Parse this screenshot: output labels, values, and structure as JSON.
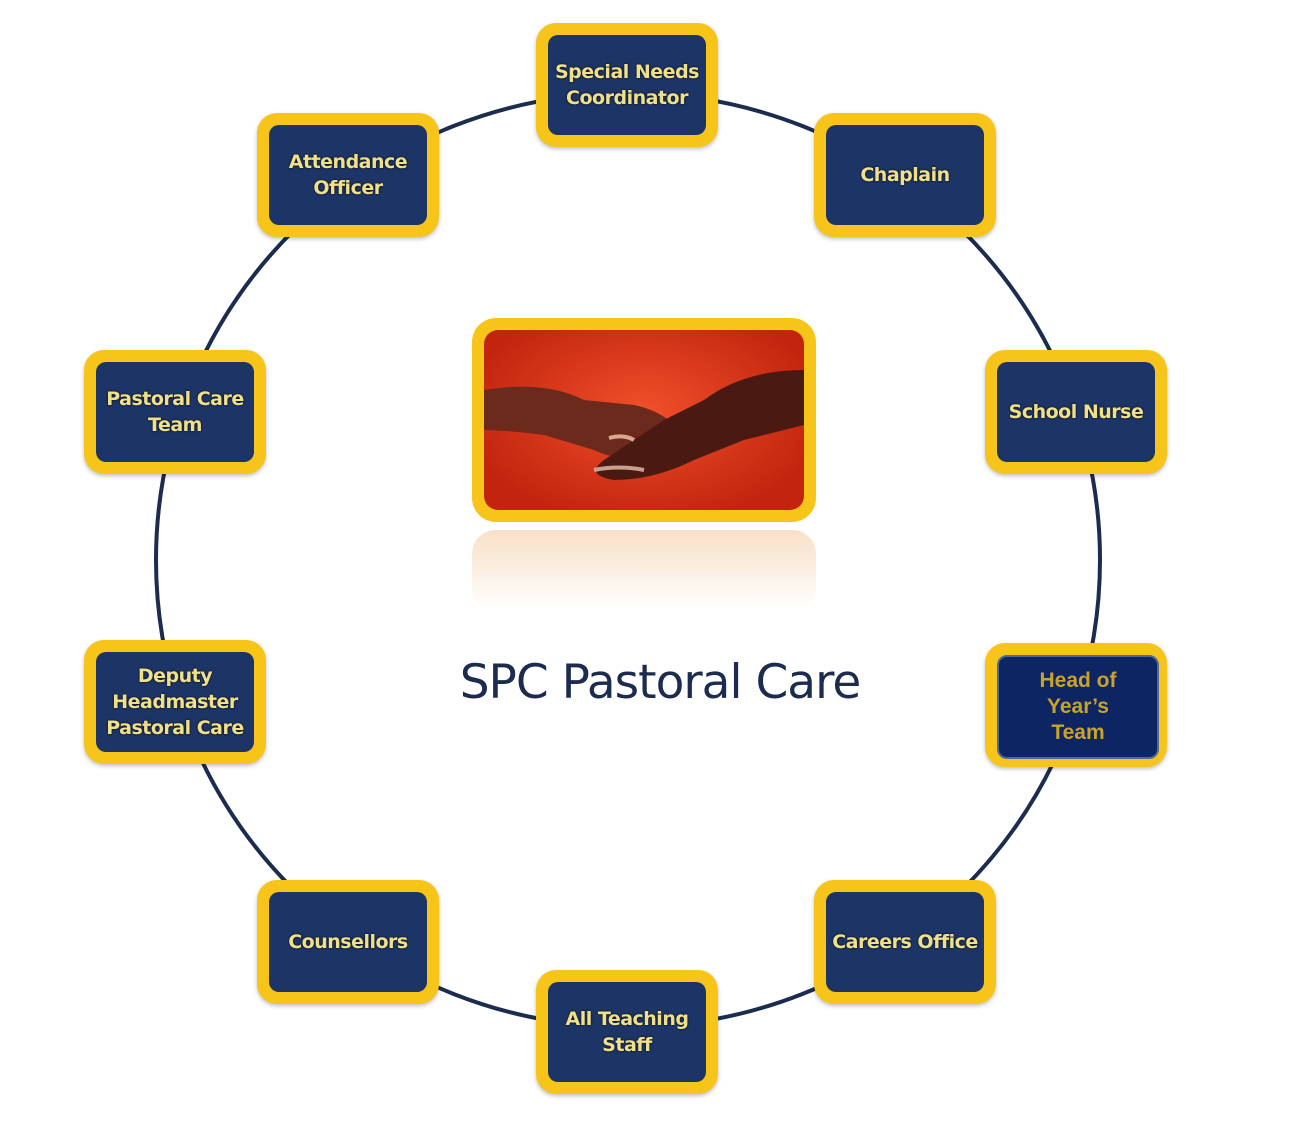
{
  "title": "SPC Pastoral Care",
  "center_image": "handshake-photo",
  "colors": {
    "box_border": "#f7c51a",
    "box_fill": "#1d3566",
    "box_text": "#f1e08a",
    "ring": "#1c2c4e",
    "highlight_text": "#c9a22a"
  },
  "nodes": [
    {
      "label": "Special Needs\nCoordinator"
    },
    {
      "label": "Chaplain"
    },
    {
      "label": "School Nurse"
    },
    {
      "label": "Head of\nYear’s\nTeam"
    },
    {
      "label": "Careers Office"
    },
    {
      "label": "All Teaching\nStaff"
    },
    {
      "label": "Counsellors"
    },
    {
      "label": "Deputy\nHeadmaster\nPastoral Care"
    },
    {
      "label": "Pastoral Care\nTeam"
    },
    {
      "label": "Attendance\nOfficer"
    }
  ]
}
